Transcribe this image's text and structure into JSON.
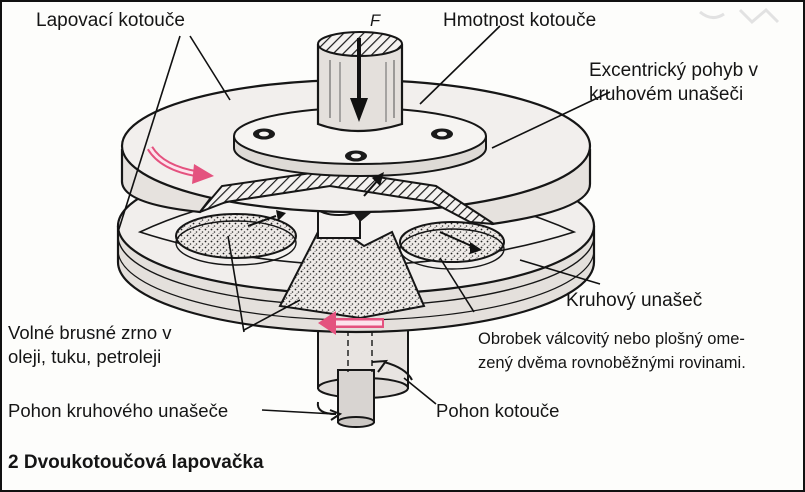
{
  "labels": {
    "lapping_discs": "Lapovací kotouče",
    "disc_mass": "Hmotnost kotouče",
    "force": "F",
    "eccentric_line1": "Excentrický pohyb v",
    "eccentric_line2": "kruhovém unašeči",
    "circular_carrier": "Kruhový unašeč",
    "grain_line1": "Volné brusné zrno v",
    "grain_line2": "oleji, tuku, petroleji",
    "workpiece_line1": "Obrobek válcovitý nebo plošný ome-",
    "workpiece_line2": "zený dvěma rovnoběžnými rovinami.",
    "carrier_drive": "Pohon kruhového unašeče",
    "disc_drive": "Pohon kotouče"
  },
  "caption": "2 Dvoukotoučová lapovačka",
  "colors": {
    "line": "#161616",
    "surface": "#f1eeec",
    "shadow": "#cfcac6",
    "rotation_arrow": "#e4527f",
    "background": "#fdfdfb"
  }
}
